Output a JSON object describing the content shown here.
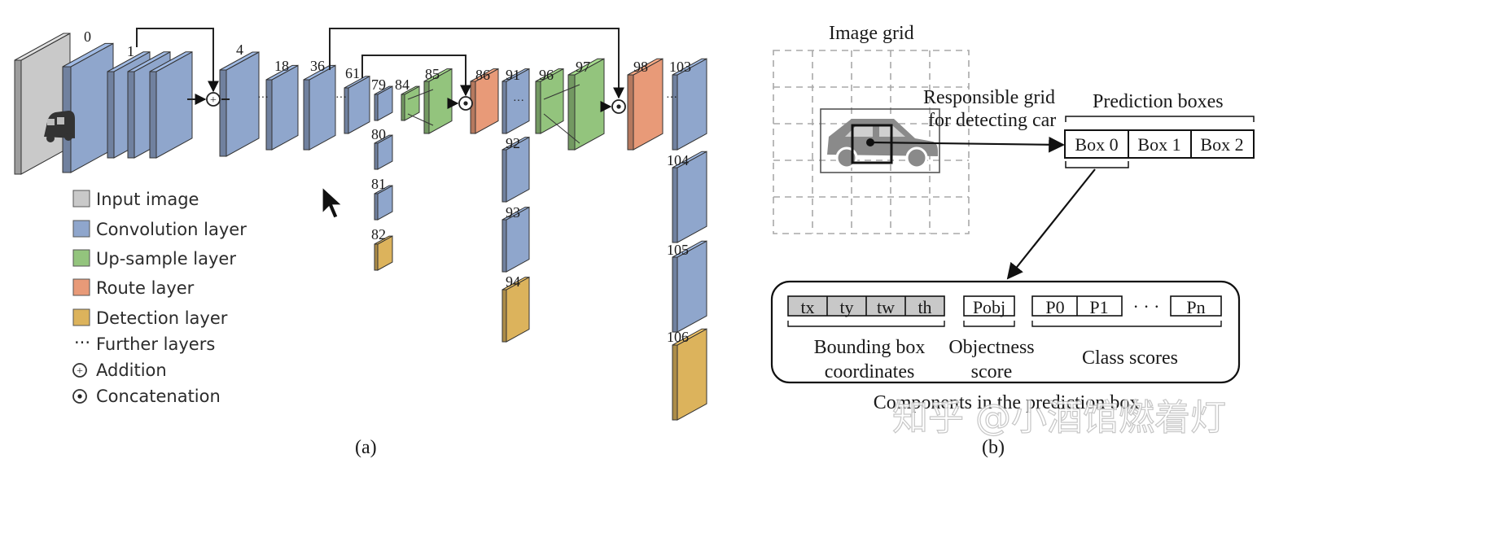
{
  "layer_numbers": {
    "l0": "0",
    "l1": "1",
    "l4": "4",
    "l18": "18",
    "l36": "36",
    "l61": "61",
    "l79": "79",
    "l80": "80",
    "l81": "81",
    "l82": "82",
    "l84": "84",
    "l85": "85",
    "l86": "86",
    "l91": "91",
    "l92": "92",
    "l93": "93",
    "l94": "94",
    "l96": "96",
    "l97": "97",
    "l98": "98",
    "l103": "103",
    "l104": "104",
    "l105": "105",
    "l106": "106"
  },
  "legend": {
    "input": "Input image",
    "conv": "Convolution layer",
    "upsample": "Up-sample layer",
    "route": "Route layer",
    "detection": "Detection layer",
    "further": "Further layers",
    "addition": "Addition",
    "concat": "Concatenation",
    "further_symbol": "···",
    "addition_symbol": "+",
    "concat_symbol": "•"
  },
  "colors": {
    "input": "#c9c9c9",
    "conv": "#8fa6cc",
    "upsample": "#93c47d",
    "route": "#e89a78",
    "detection": "#dcb35c"
  },
  "captions": {
    "a": "(a)",
    "b": "(b)"
  },
  "right": {
    "image_grid": "Image grid",
    "responsible_1": "Responsible grid",
    "responsible_2": "for detecting car",
    "prediction_boxes": "Prediction boxes",
    "boxes": [
      "Box 0",
      "Box 1",
      "Box 2"
    ],
    "coords": [
      "tx",
      "ty",
      "tw",
      "th"
    ],
    "pobj": "Pobj",
    "p0": "P0",
    "p1": "P1",
    "dots": "· · ·",
    "pn": "Pn",
    "bbox_1": "Bounding box",
    "bbox_2": "coordinates",
    "obj_1": "Objectness",
    "obj_2": "score",
    "class_scores": "Class scores",
    "bottom_caption": "Components in the prediction box"
  },
  "watermark": "知乎 @小酒馆燃着灯"
}
